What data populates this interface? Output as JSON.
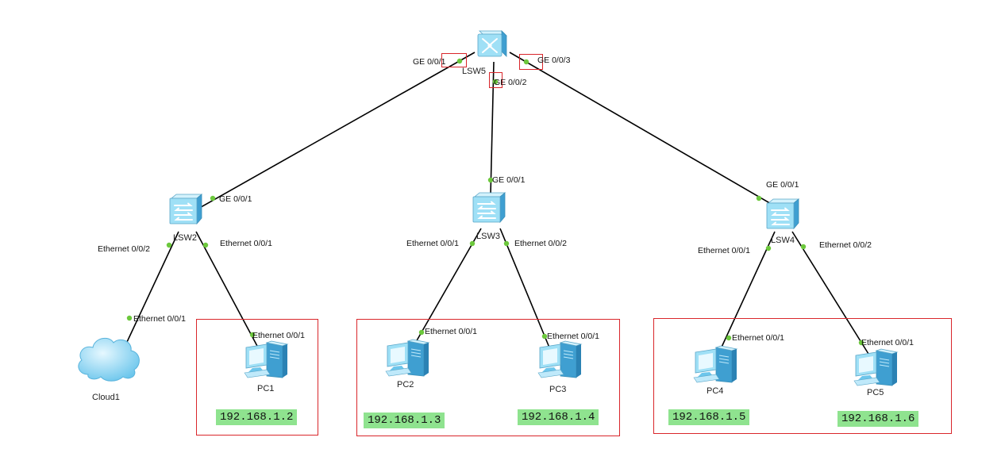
{
  "devices": {
    "lsw5": "LSW5",
    "lsw2": "LSW2",
    "lsw3": "LSW3",
    "lsw4": "LSW4",
    "cloud1": "Cloud1",
    "pc1": "PC1",
    "pc2": "PC2",
    "pc3": "PC3",
    "pc4": "PC4",
    "pc5": "PC5"
  },
  "ports": {
    "lsw5_ge1": "GE 0/0/1",
    "lsw5_ge2": "GE 0/0/2",
    "lsw5_ge3": "GE 0/0/3",
    "lsw2_ge1": "GE 0/0/1",
    "lsw3_ge1": "GE 0/0/1",
    "lsw4_ge1": "GE 0/0/1",
    "lsw2_eth2": "Ethernet 0/0/2",
    "lsw2_eth1": "Ethernet 0/0/1",
    "lsw3_eth1": "Ethernet 0/0/1",
    "lsw3_eth2": "Ethernet 0/0/2",
    "lsw4_eth1": "Ethernet 0/0/1",
    "lsw4_eth2": "Ethernet 0/0/2",
    "cloud1_eth1": "Ethernet 0/0/1",
    "pc1_eth1": "Ethernet 0/0/1",
    "pc2_eth1": "Ethernet 0/0/1",
    "pc3_eth1": "Ethernet 0/0/1",
    "pc4_eth1": "Ethernet 0/0/1",
    "pc5_eth1": "Ethernet 0/0/1"
  },
  "ips": {
    "pc1": "192.168.1.2",
    "pc2": "192.168.1.3",
    "pc3": "192.168.1.4",
    "pc4": "192.168.1.5",
    "pc5": "192.168.1.6"
  },
  "colors": {
    "link": "#000000",
    "port_dot": "#6cc83c",
    "highlight_box": "#d9262b",
    "ip_bg": "#8fe38f"
  }
}
